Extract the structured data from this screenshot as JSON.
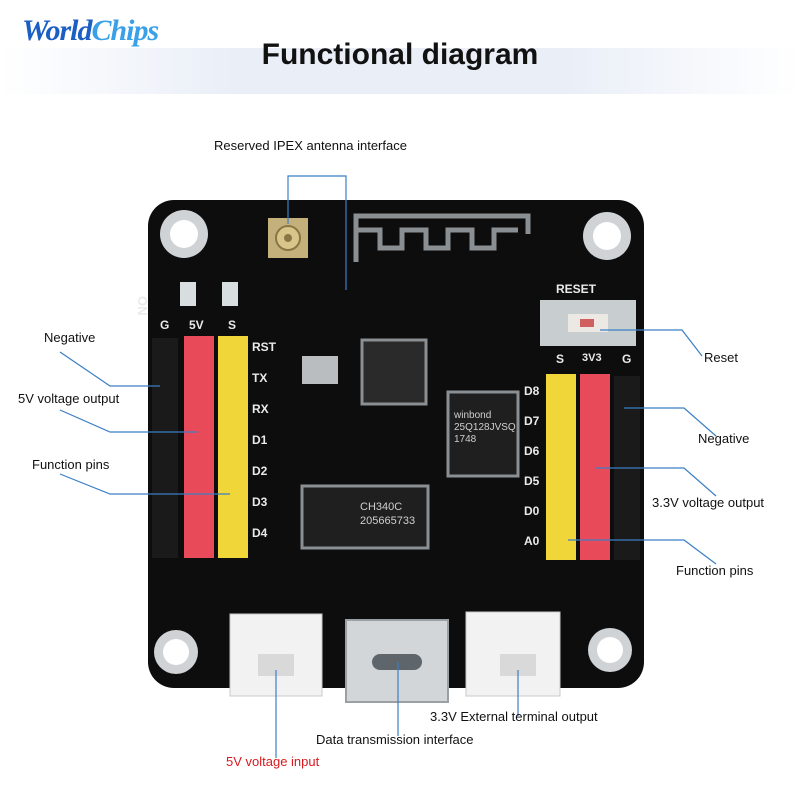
{
  "logo": {
    "text_main": "World",
    "text_accent": "Chips"
  },
  "title": "Functional diagram",
  "labels": {
    "ipex": "Reserved IPEX antenna interface",
    "negative_left": "Negative",
    "v5_output": "5V voltage output",
    "function_left": "Function pins",
    "reset": "Reset",
    "negative_right": "Negative",
    "v33_output": "3.3V voltage output",
    "function_right": "Function pins",
    "v33_ext": "3.3V External terminal output",
    "data_iface": "Data transmission interface",
    "v5_input": "5V voltage input"
  },
  "board": {
    "silk_on": "ON",
    "left_header": {
      "g": "G",
      "v5": "5V",
      "s": "S"
    },
    "left_pins": [
      "RST",
      "TX",
      "RX",
      "D1",
      "D2",
      "D3",
      "D4"
    ],
    "right_header": {
      "s": "S",
      "v33": "3V3",
      "g": "G"
    },
    "right_pins": [
      "D8",
      "D7",
      "D6",
      "D5",
      "D0",
      "A0"
    ],
    "reset_silk": "RESET",
    "flash_chip": "winbond\n25Q128JVSQ\n1748",
    "usb_chip": "CH340C\n205665733"
  },
  "colors": {
    "board": "#0d0d0d",
    "pin_red": "#e84a5a",
    "pin_yellow": "#f1d63a",
    "leader_line": "#3b7fc4",
    "dot_blue": "#3b7fc4",
    "accent_red": "#d8191f"
  }
}
